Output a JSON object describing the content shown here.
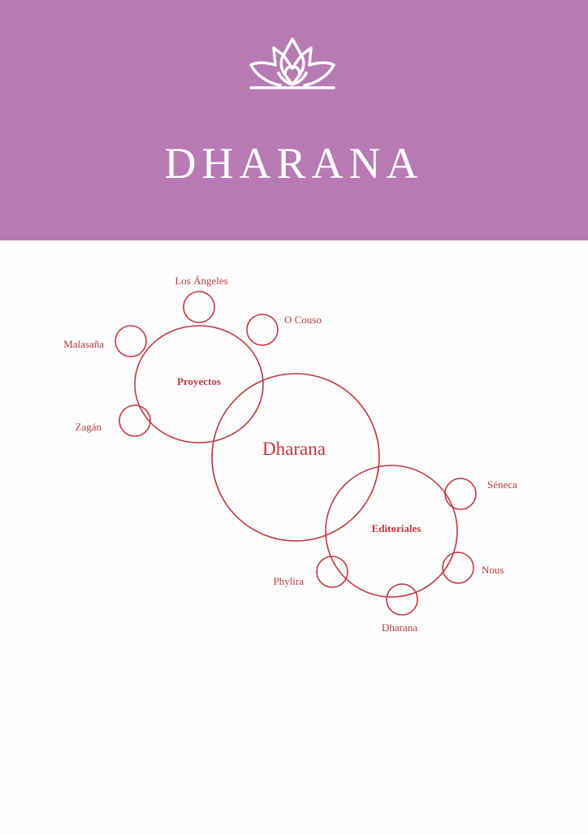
{
  "header": {
    "logo_icon": "lotus-icon",
    "title": "DHARANA",
    "background_color": "#b77ab5"
  },
  "diagram": {
    "stroke_color": "#c0393f",
    "center": {
      "label": "Dharana"
    },
    "groups": [
      {
        "label": "Proyectos",
        "children": [
          "Los Ángeles",
          "O Couso",
          "Malasaña",
          "Zagán"
        ]
      },
      {
        "label": "Editoriales",
        "children": [
          "Séneca",
          "Nous",
          "Dharana",
          "Phylira"
        ]
      }
    ]
  }
}
